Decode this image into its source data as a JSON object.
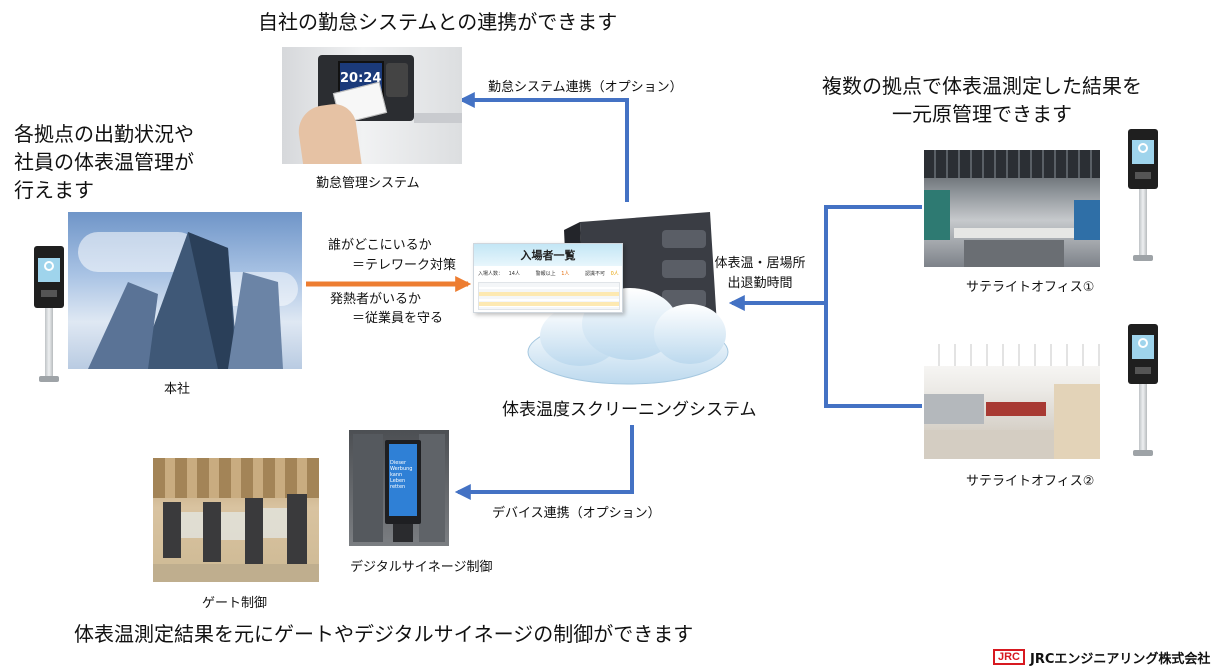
{
  "headings": {
    "top": "自社の勤怠システムとの連携ができます",
    "left_lines": [
      "各拠点の出勤状況や",
      "社員の体表温管理が",
      "行えます"
    ],
    "right_lines": [
      "複数の拠点で体表温測定した結果を",
      "一元原管理できます"
    ],
    "bottom": "体表温測定結果を元にゲートやデジタルサイネージの制御ができます"
  },
  "captions": {
    "attendance_system": "勤怠管理システム",
    "head_office": "本社",
    "central_system": "体表温度スクリーニングシステム",
    "satellite_1": "サテライトオフィス①",
    "satellite_2": "サテライトオフィス②",
    "signage": "デジタルサイネージ制御",
    "gate": "ゲート制御"
  },
  "flows": {
    "attendance_link": "勤怠システム連携（オプション）",
    "device_link": "デバイス連携（オプション）",
    "head_office_lines": [
      "誰がどこにいるか",
      "＝テレワーク対策",
      "発熱者がいるか",
      "＝従業員を守る"
    ],
    "satellite_lines": [
      "体表温・居場所",
      "出退勤時間"
    ]
  },
  "screen": {
    "title": "入場者一覧",
    "stats": [
      "入場人数：",
      "14人",
      "警報以上",
      "1人",
      "認識不可",
      "0人"
    ]
  },
  "terminal_clock": "20:24",
  "signage_text": "Dieser Werbung kann Leben retten",
  "logo": {
    "badge": "JRC",
    "company": "JRCエンジニアリング株式会社"
  },
  "colors": {
    "arrow_blue": "#4472c4",
    "arrow_orange": "#ed7d31",
    "logo_red": "#d71920"
  }
}
